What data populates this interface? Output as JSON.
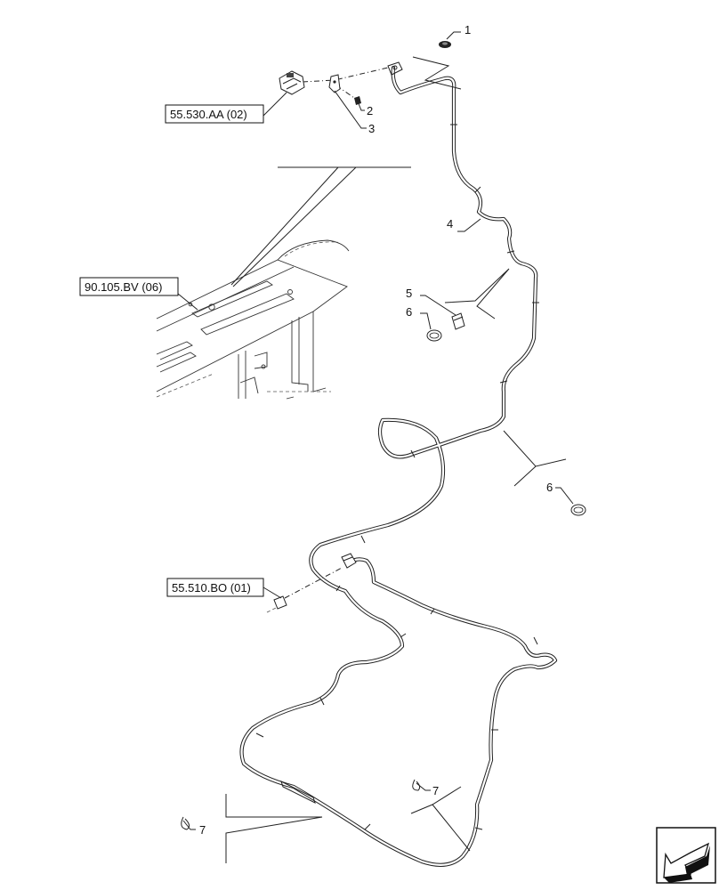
{
  "references": {
    "ref_55530": "55.530.AA (02)",
    "ref_90105": "90.105.BV (06)",
    "ref_55510": "55.510.BO (01)"
  },
  "callouts": {
    "c1": "1",
    "c2": "2",
    "c3": "3",
    "c4": "4",
    "c5": "5",
    "c6a": "6",
    "c6b": "6",
    "c7a": "7",
    "c7b": "7"
  }
}
